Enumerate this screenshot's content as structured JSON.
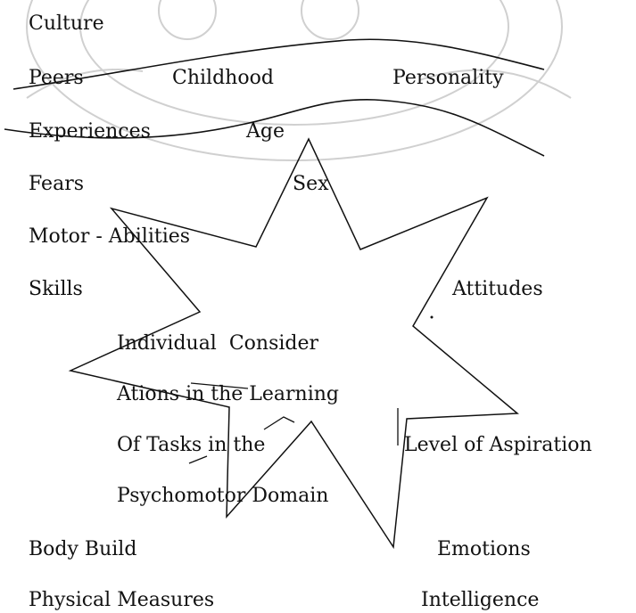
{
  "labels": {
    "culture": "Culture",
    "peers": "Peers",
    "childhood": "Childhood",
    "personality": "Personality",
    "experiences": "Experiences",
    "age": "Age",
    "fears": "Fears",
    "sex": "Sex",
    "motor_abilities": "Motor - Abilities",
    "skills": "Skills",
    "attitudes": "Attitudes",
    "center_line1": "Individual  Consider",
    "center_line2": "Ations in the Learning",
    "center_line3": "Of Tasks in the",
    "center_line4": "Psychomotor Domain",
    "level_of_aspiration": "Level of Aspiration",
    "body_build": "Body Build",
    "emotions": "Emotions",
    "physical_measures": "Physical Measures",
    "intelligence": "Intelligence"
  },
  "colors": {
    "ink": "#111111",
    "watermark": "#c9c9c9"
  }
}
